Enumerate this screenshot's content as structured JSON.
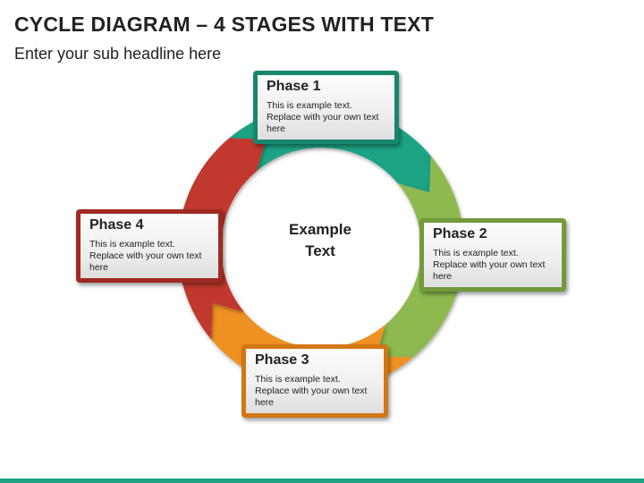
{
  "title": "CYCLE DIAGRAM – 4 STAGES WITH TEXT",
  "subtitle": "Enter your sub headline here",
  "center_text_line1": "Example",
  "center_text_line2": "Text",
  "phases": [
    {
      "title": "Phase 1",
      "text": "This is example text. Replace with your own text here",
      "color": "#1FA384"
    },
    {
      "title": "Phase 2",
      "text": "This is example text. Replace with your own text here",
      "color": "#8DB94F"
    },
    {
      "title": "Phase 3",
      "text": "This is example text. Replace with your own text here",
      "color": "#EE9123"
    },
    {
      "title": "Phase 4",
      "text": "This is example text. Replace with your own text here",
      "color": "#C0392F"
    }
  ],
  "colors": {
    "phase1_border": "#17876C",
    "phase2_border": "#719A3C",
    "phase3_border": "#D17715",
    "phase4_border": "#9E2A22",
    "bottom_bar": "#1FA384"
  }
}
